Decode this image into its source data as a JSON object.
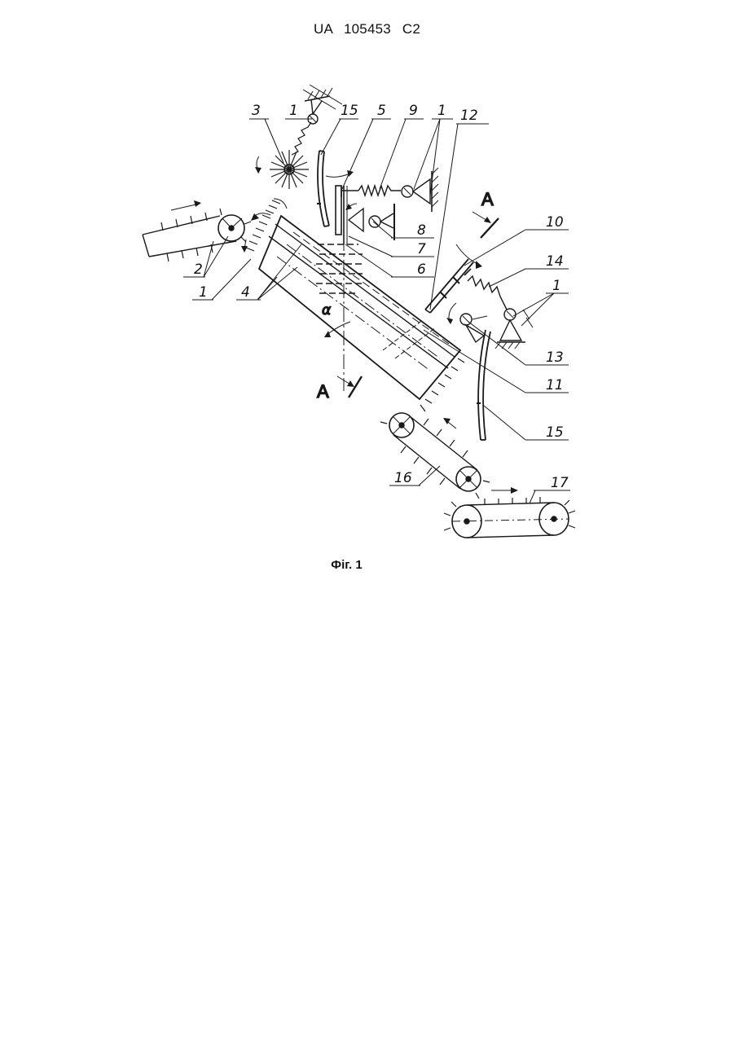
{
  "header": {
    "patent_id": "UA  105453  C2"
  },
  "figure": {
    "caption": "Фіг. 1",
    "section_label": "A",
    "angle_label": "α",
    "labels": {
      "l1a": "1",
      "l1b": "1",
      "l1c": "1",
      "l1d": "1",
      "l2": "2",
      "l3": "3",
      "l4": "4",
      "l5": "5",
      "l6": "6",
      "l7": "7",
      "l8": "8",
      "l9": "9",
      "l10": "10",
      "l11": "11",
      "l12": "12",
      "l13": "13",
      "l14": "14",
      "l15a": "15",
      "l15b": "15",
      "l16": "16",
      "l17": "17"
    }
  }
}
